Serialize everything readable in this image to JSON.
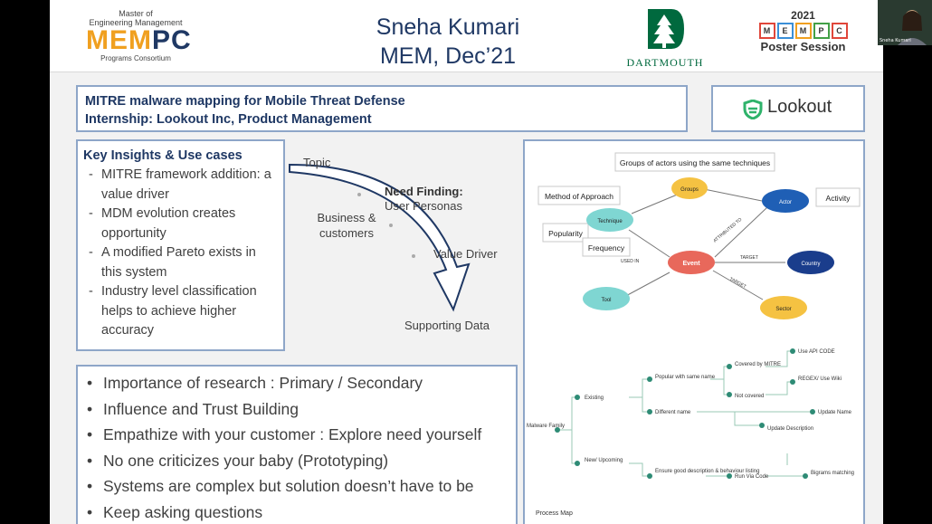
{
  "header": {
    "mem_logo": {
      "line1": "Master of",
      "line2": "Engineering Management",
      "big_part1": "MEM",
      "big_part2": "PC",
      "line3": "Programs Consortium"
    },
    "name": "Sneha Kumari",
    "program": "MEM, Dec’21",
    "dartmouth": "DARTMOUTH",
    "poster": {
      "year": "2021",
      "letters": [
        "M",
        "E",
        "M",
        "P",
        "C"
      ],
      "label": "Poster Session"
    }
  },
  "project": {
    "title": "MITRE malware mapping for Mobile Threat Defense",
    "subtitle": "Internship: Lookout Inc, Product Management"
  },
  "lookout_logo": "Lookout",
  "insights": {
    "heading": "Key Insights & Use cases",
    "items": [
      "MITRE framework addition: a value driver",
      "MDM evolution creates opportunity",
      "A modified Pareto exists in this system",
      "Industry level classification helps to achieve higher accuracy"
    ]
  },
  "arrow_labels": {
    "topic": "Topic",
    "business": "Business & customers",
    "need_title": "Need Finding:",
    "need_sub": "User Personas",
    "value": "Value Driver",
    "support": "Supporting Data"
  },
  "lessons": [
    "Importance of research : Primary / Secondary",
    "Influence and Trust Building",
    "Empathize with your customer : Explore need yourself",
    "No one criticizes your baby (Prototyping)",
    "Systems are complex but solution doesn’t have to be",
    "Keep asking questions"
  ],
  "graph": {
    "title": "Groups of actors using the same techniques",
    "callouts": {
      "method": "Method of Approach",
      "popularity": "Popularity",
      "frequency": "Frequency",
      "activity": "Activity"
    },
    "nodes": {
      "groups": "Groups",
      "technique": "Technique",
      "actor": "Actor",
      "event": "Event",
      "country": "Country",
      "tool": "Tool",
      "sector": "Sector"
    },
    "edges": {
      "used_in": "USED IN",
      "attributed": "ATTRIBUTED TO",
      "target1": "TARGET",
      "target2": "TARGET"
    },
    "colors": {
      "teal": "#7fd6d2",
      "blue": "#1f5fb5",
      "red": "#e8685b",
      "orange": "#f5c242",
      "dark": "#1a3d8c"
    }
  },
  "tree": {
    "root": "Malware Family",
    "existing": "Existing",
    "new": "New/ Upcoming",
    "popular": "Popular with same name",
    "different": "Different name",
    "covered": "Covered by MITRE",
    "notcovered": "Not covered",
    "useapi": "Use API CODE",
    "regex": "REGEX/ Use Wiki",
    "updatename": "Update Name",
    "updatedesc": "Update Description",
    "ensure": "Ensure good description & behaviour listing",
    "runvia": "Run Via Code",
    "bigrams": "Bigrams matching",
    "caption": "Process Map"
  },
  "webcam": {
    "label": "Sneha Kumari"
  }
}
